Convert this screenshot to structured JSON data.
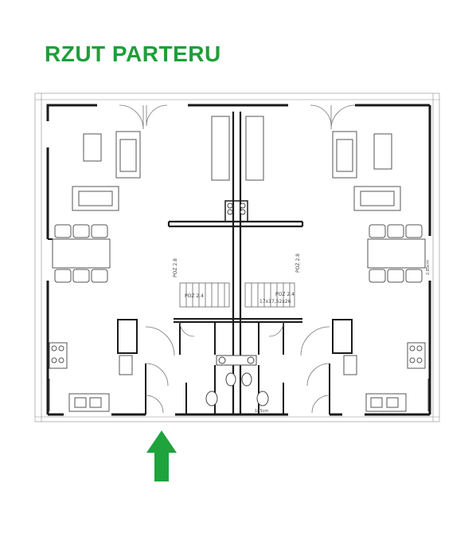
{
  "title": "RZUT PARTERU",
  "colors": {
    "title": "#1f9e3a",
    "arrow": "#1fa33c",
    "wall": "#1a1a1a",
    "line": "#666666",
    "light": "#b5b5b5"
  },
  "labels": {
    "poz_left_upper": "POZ 2.8",
    "poz_right_upper": "POZ 2.8",
    "poz_left_stair": "POZ 2.4",
    "poz_right_stair": "POZ 2.4",
    "stair_spec": "17x17,52x26",
    "dim_bottom": "185cm",
    "dim_right": "2,85cm"
  },
  "icons": {
    "entrance": "entrance-arrow-icon"
  }
}
